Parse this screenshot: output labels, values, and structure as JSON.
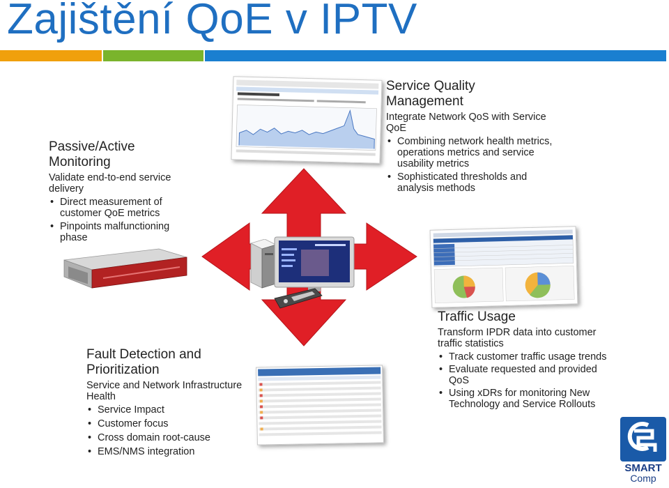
{
  "title": "Zajištění QoE v IPTV",
  "passive": {
    "heading1": "Passive/Active",
    "heading2": "Monitoring",
    "sub": "Validate end-to-end service delivery",
    "items": [
      "Direct measurement of customer QoE metrics",
      "Pinpoints malfunctioning phase"
    ]
  },
  "sqm": {
    "heading1": "Service Quality",
    "heading2": "Management",
    "sub": "Integrate Network QoS with Service QoE",
    "items": [
      "Combining network health metrics, operations metrics and service usability metrics",
      "Sophisticated thresholds and analysis methods"
    ]
  },
  "traffic": {
    "heading": "Traffic Usage",
    "sub": "Transform IPDR data into customer traffic statistics",
    "items": [
      "Track customer traffic usage trends",
      "Evaluate requested and provided QoS",
      "Using xDRs for monitoring New Technology and Service Rollouts"
    ]
  },
  "fault": {
    "heading1": "Fault Detection and",
    "heading2": "Prioritization",
    "sub": "Service and Network Infrastructure Health",
    "items": [
      "Service Impact",
      "Customer focus",
      "Cross domain root-cause",
      "EMS/NMS integration"
    ]
  },
  "logo": {
    "line1": "SMART",
    "line2": "Comp"
  },
  "colors": {
    "title": "#1f6fc1",
    "arrow": "#e01f26",
    "bar1": "#f0a00c",
    "bar2": "#7ab42c",
    "bar3": "#1a7fd0"
  }
}
